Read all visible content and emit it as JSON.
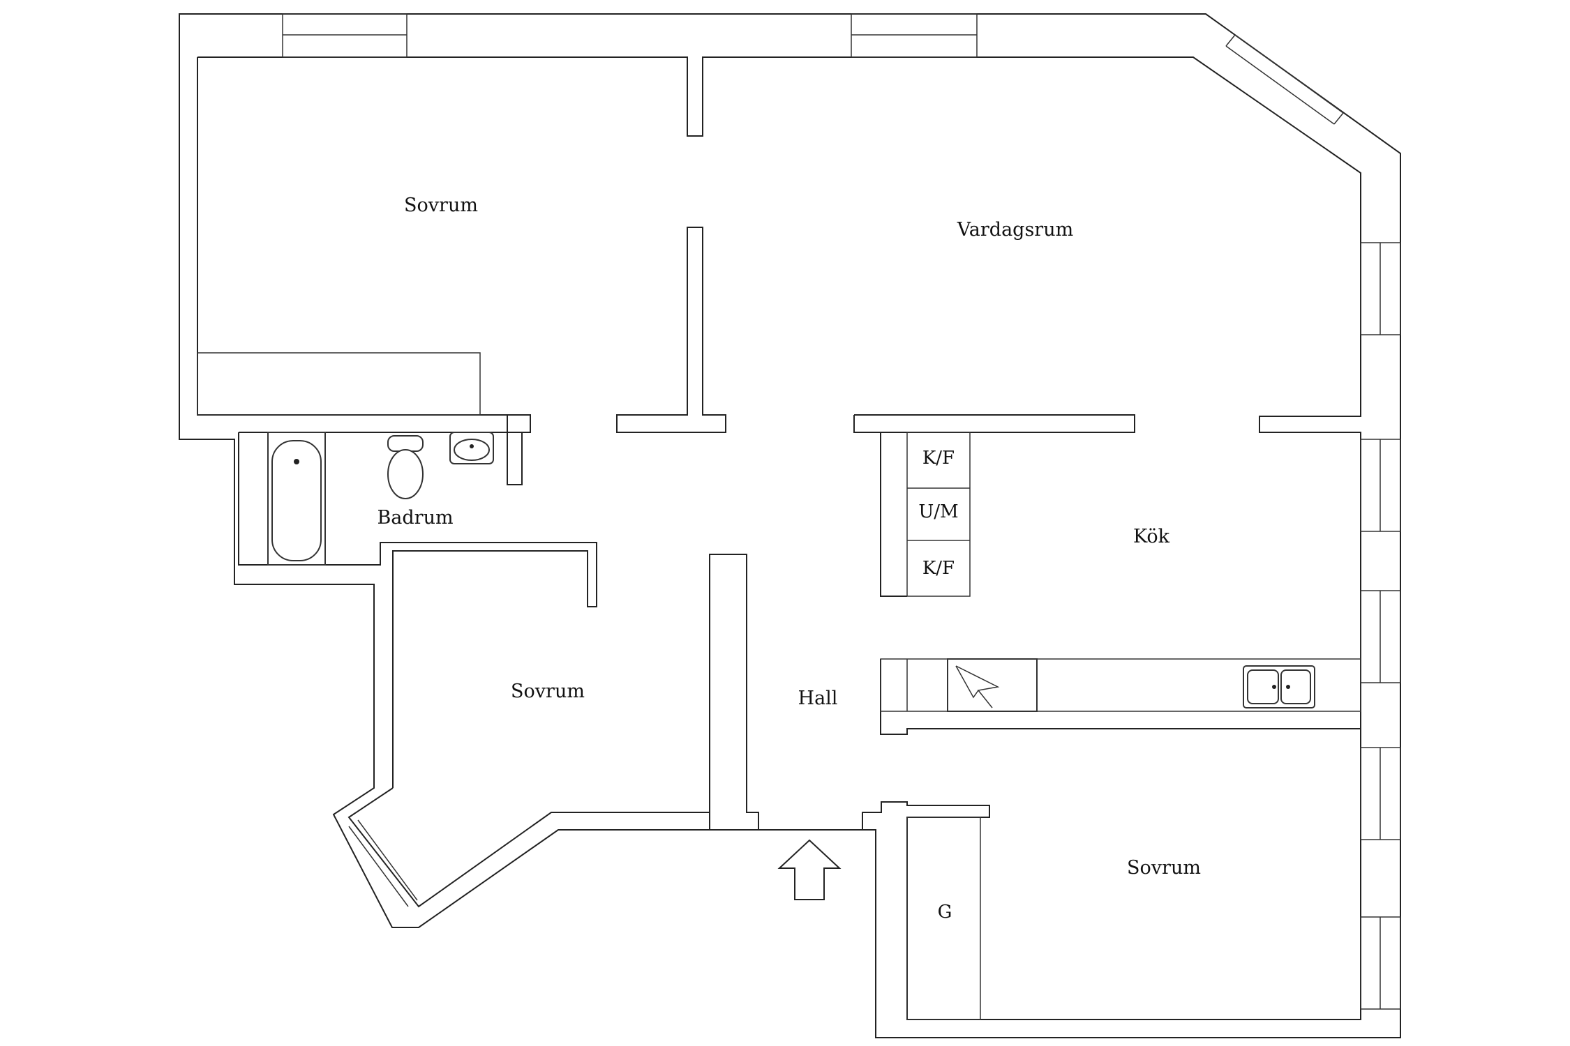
{
  "rooms": {
    "sovrum_top": "Sovrum",
    "vardagsrum": "Vardagsrum",
    "badrum": "Badrum",
    "kok": "Kök",
    "sovrum_mid": "Sovrum",
    "hall": "Hall",
    "sovrum_bottom": "Sovrum"
  },
  "kitchen_units": {
    "unit_1": "K/F",
    "unit_2": "U/M",
    "unit_3": "K/F"
  },
  "closet": "G"
}
